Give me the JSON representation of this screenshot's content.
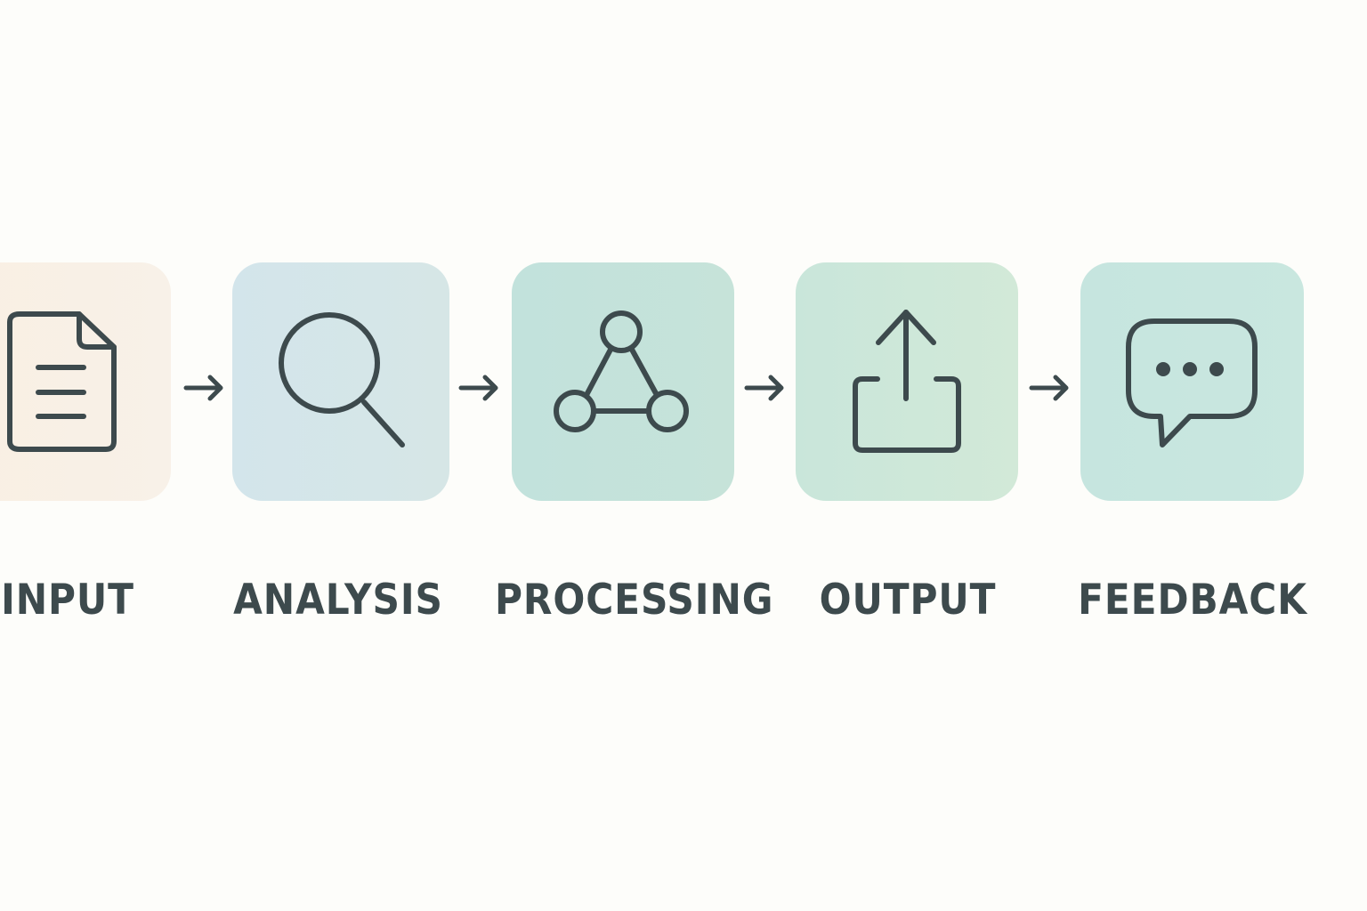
{
  "colors": {
    "background": "#fdfdfa",
    "ink": "#3d4a4d",
    "input_tile": "#f8efe4",
    "analysis_tile": "#d4e6ea",
    "processing_tile": "#c5e3dc",
    "output_tile": "#cde7d9",
    "feedback_tile": "#c8e6df"
  },
  "steps": [
    {
      "label": "INPUT",
      "icon": "document-icon"
    },
    {
      "label": "ANALYSIS",
      "icon": "search-icon"
    },
    {
      "label": "PROCESSING",
      "icon": "network-icon"
    },
    {
      "label": "OUTPUT",
      "icon": "upload-icon"
    },
    {
      "label": "FEEDBACK",
      "icon": "chat-bubble-icon"
    }
  ],
  "connector_icon": "arrow-right-icon"
}
